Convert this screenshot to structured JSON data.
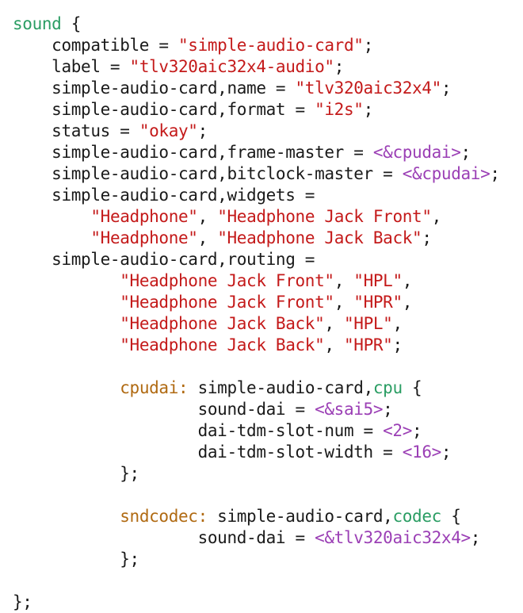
{
  "colors": {
    "node": "#2a9d63",
    "string": "#c41a1a",
    "reference": "#9b3fb5",
    "label": "#b06a12",
    "text": "#1a1a1a",
    "background": "#ffffff"
  },
  "lines": [
    [
      {
        "t": "node",
        "v": "sound"
      },
      {
        "t": "plain",
        "v": " {"
      }
    ],
    [
      {
        "t": "plain",
        "v": "    compatible = "
      },
      {
        "t": "str",
        "v": "\"simple-audio-card\""
      },
      {
        "t": "plain",
        "v": ";"
      }
    ],
    [
      {
        "t": "plain",
        "v": "    label = "
      },
      {
        "t": "str",
        "v": "\"tlv320aic32x4-audio\""
      },
      {
        "t": "plain",
        "v": ";"
      }
    ],
    [
      {
        "t": "plain",
        "v": "    simple-audio-card,name = "
      },
      {
        "t": "str",
        "v": "\"tlv320aic32x4\""
      },
      {
        "t": "plain",
        "v": ";"
      }
    ],
    [
      {
        "t": "plain",
        "v": "    simple-audio-card,format = "
      },
      {
        "t": "str",
        "v": "\"i2s\""
      },
      {
        "t": "plain",
        "v": ";"
      }
    ],
    [
      {
        "t": "plain",
        "v": "    status = "
      },
      {
        "t": "str",
        "v": "\"okay\""
      },
      {
        "t": "plain",
        "v": ";"
      }
    ],
    [
      {
        "t": "plain",
        "v": "    simple-audio-card,frame-master = "
      },
      {
        "t": "ref",
        "v": "<&cpudai>"
      },
      {
        "t": "plain",
        "v": ";"
      }
    ],
    [
      {
        "t": "plain",
        "v": "    simple-audio-card,bitclock-master = "
      },
      {
        "t": "ref",
        "v": "<&cpudai>"
      },
      {
        "t": "plain",
        "v": ";"
      }
    ],
    [
      {
        "t": "plain",
        "v": "    simple-audio-card,widgets ="
      }
    ],
    [
      {
        "t": "plain",
        "v": "        "
      },
      {
        "t": "str",
        "v": "\"Headphone\""
      },
      {
        "t": "plain",
        "v": ", "
      },
      {
        "t": "str",
        "v": "\"Headphone Jack Front\""
      },
      {
        "t": "plain",
        "v": ","
      }
    ],
    [
      {
        "t": "plain",
        "v": "        "
      },
      {
        "t": "str",
        "v": "\"Headphone\""
      },
      {
        "t": "plain",
        "v": ", "
      },
      {
        "t": "str",
        "v": "\"Headphone Jack Back\""
      },
      {
        "t": "plain",
        "v": ";"
      }
    ],
    [
      {
        "t": "plain",
        "v": "    simple-audio-card,routing ="
      }
    ],
    [
      {
        "t": "plain",
        "v": "           "
      },
      {
        "t": "str",
        "v": "\"Headphone Jack Front\""
      },
      {
        "t": "plain",
        "v": ", "
      },
      {
        "t": "str",
        "v": "\"HPL\""
      },
      {
        "t": "plain",
        "v": ","
      }
    ],
    [
      {
        "t": "plain",
        "v": "           "
      },
      {
        "t": "str",
        "v": "\"Headphone Jack Front\""
      },
      {
        "t": "plain",
        "v": ", "
      },
      {
        "t": "str",
        "v": "\"HPR\""
      },
      {
        "t": "plain",
        "v": ","
      }
    ],
    [
      {
        "t": "plain",
        "v": "           "
      },
      {
        "t": "str",
        "v": "\"Headphone Jack Back\""
      },
      {
        "t": "plain",
        "v": ", "
      },
      {
        "t": "str",
        "v": "\"HPL\""
      },
      {
        "t": "plain",
        "v": ","
      }
    ],
    [
      {
        "t": "plain",
        "v": "           "
      },
      {
        "t": "str",
        "v": "\"Headphone Jack Back\""
      },
      {
        "t": "plain",
        "v": ", "
      },
      {
        "t": "str",
        "v": "\"HPR\""
      },
      {
        "t": "plain",
        "v": ";"
      }
    ],
    [
      {
        "t": "plain",
        "v": ""
      }
    ],
    [
      {
        "t": "plain",
        "v": "           "
      },
      {
        "t": "label",
        "v": "cpudai:"
      },
      {
        "t": "plain",
        "v": " simple-audio-card,"
      },
      {
        "t": "node",
        "v": "cpu"
      },
      {
        "t": "plain",
        "v": " {"
      }
    ],
    [
      {
        "t": "plain",
        "v": "                   sound-dai = "
      },
      {
        "t": "ref",
        "v": "<&sai5>"
      },
      {
        "t": "plain",
        "v": ";"
      }
    ],
    [
      {
        "t": "plain",
        "v": "                   dai-tdm-slot-num = "
      },
      {
        "t": "ref",
        "v": "<2>"
      },
      {
        "t": "plain",
        "v": ";"
      }
    ],
    [
      {
        "t": "plain",
        "v": "                   dai-tdm-slot-width = "
      },
      {
        "t": "ref",
        "v": "<16>"
      },
      {
        "t": "plain",
        "v": ";"
      }
    ],
    [
      {
        "t": "plain",
        "v": "           };"
      }
    ],
    [
      {
        "t": "plain",
        "v": ""
      }
    ],
    [
      {
        "t": "plain",
        "v": "           "
      },
      {
        "t": "label",
        "v": "sndcodec:"
      },
      {
        "t": "plain",
        "v": " simple-audio-card,"
      },
      {
        "t": "node",
        "v": "codec"
      },
      {
        "t": "plain",
        "v": " {"
      }
    ],
    [
      {
        "t": "plain",
        "v": "                   sound-dai = "
      },
      {
        "t": "ref",
        "v": "<&tlv320aic32x4>"
      },
      {
        "t": "plain",
        "v": ";"
      }
    ],
    [
      {
        "t": "plain",
        "v": "           };"
      }
    ],
    [
      {
        "t": "plain",
        "v": ""
      }
    ],
    [
      {
        "t": "plain",
        "v": "};"
      }
    ]
  ]
}
